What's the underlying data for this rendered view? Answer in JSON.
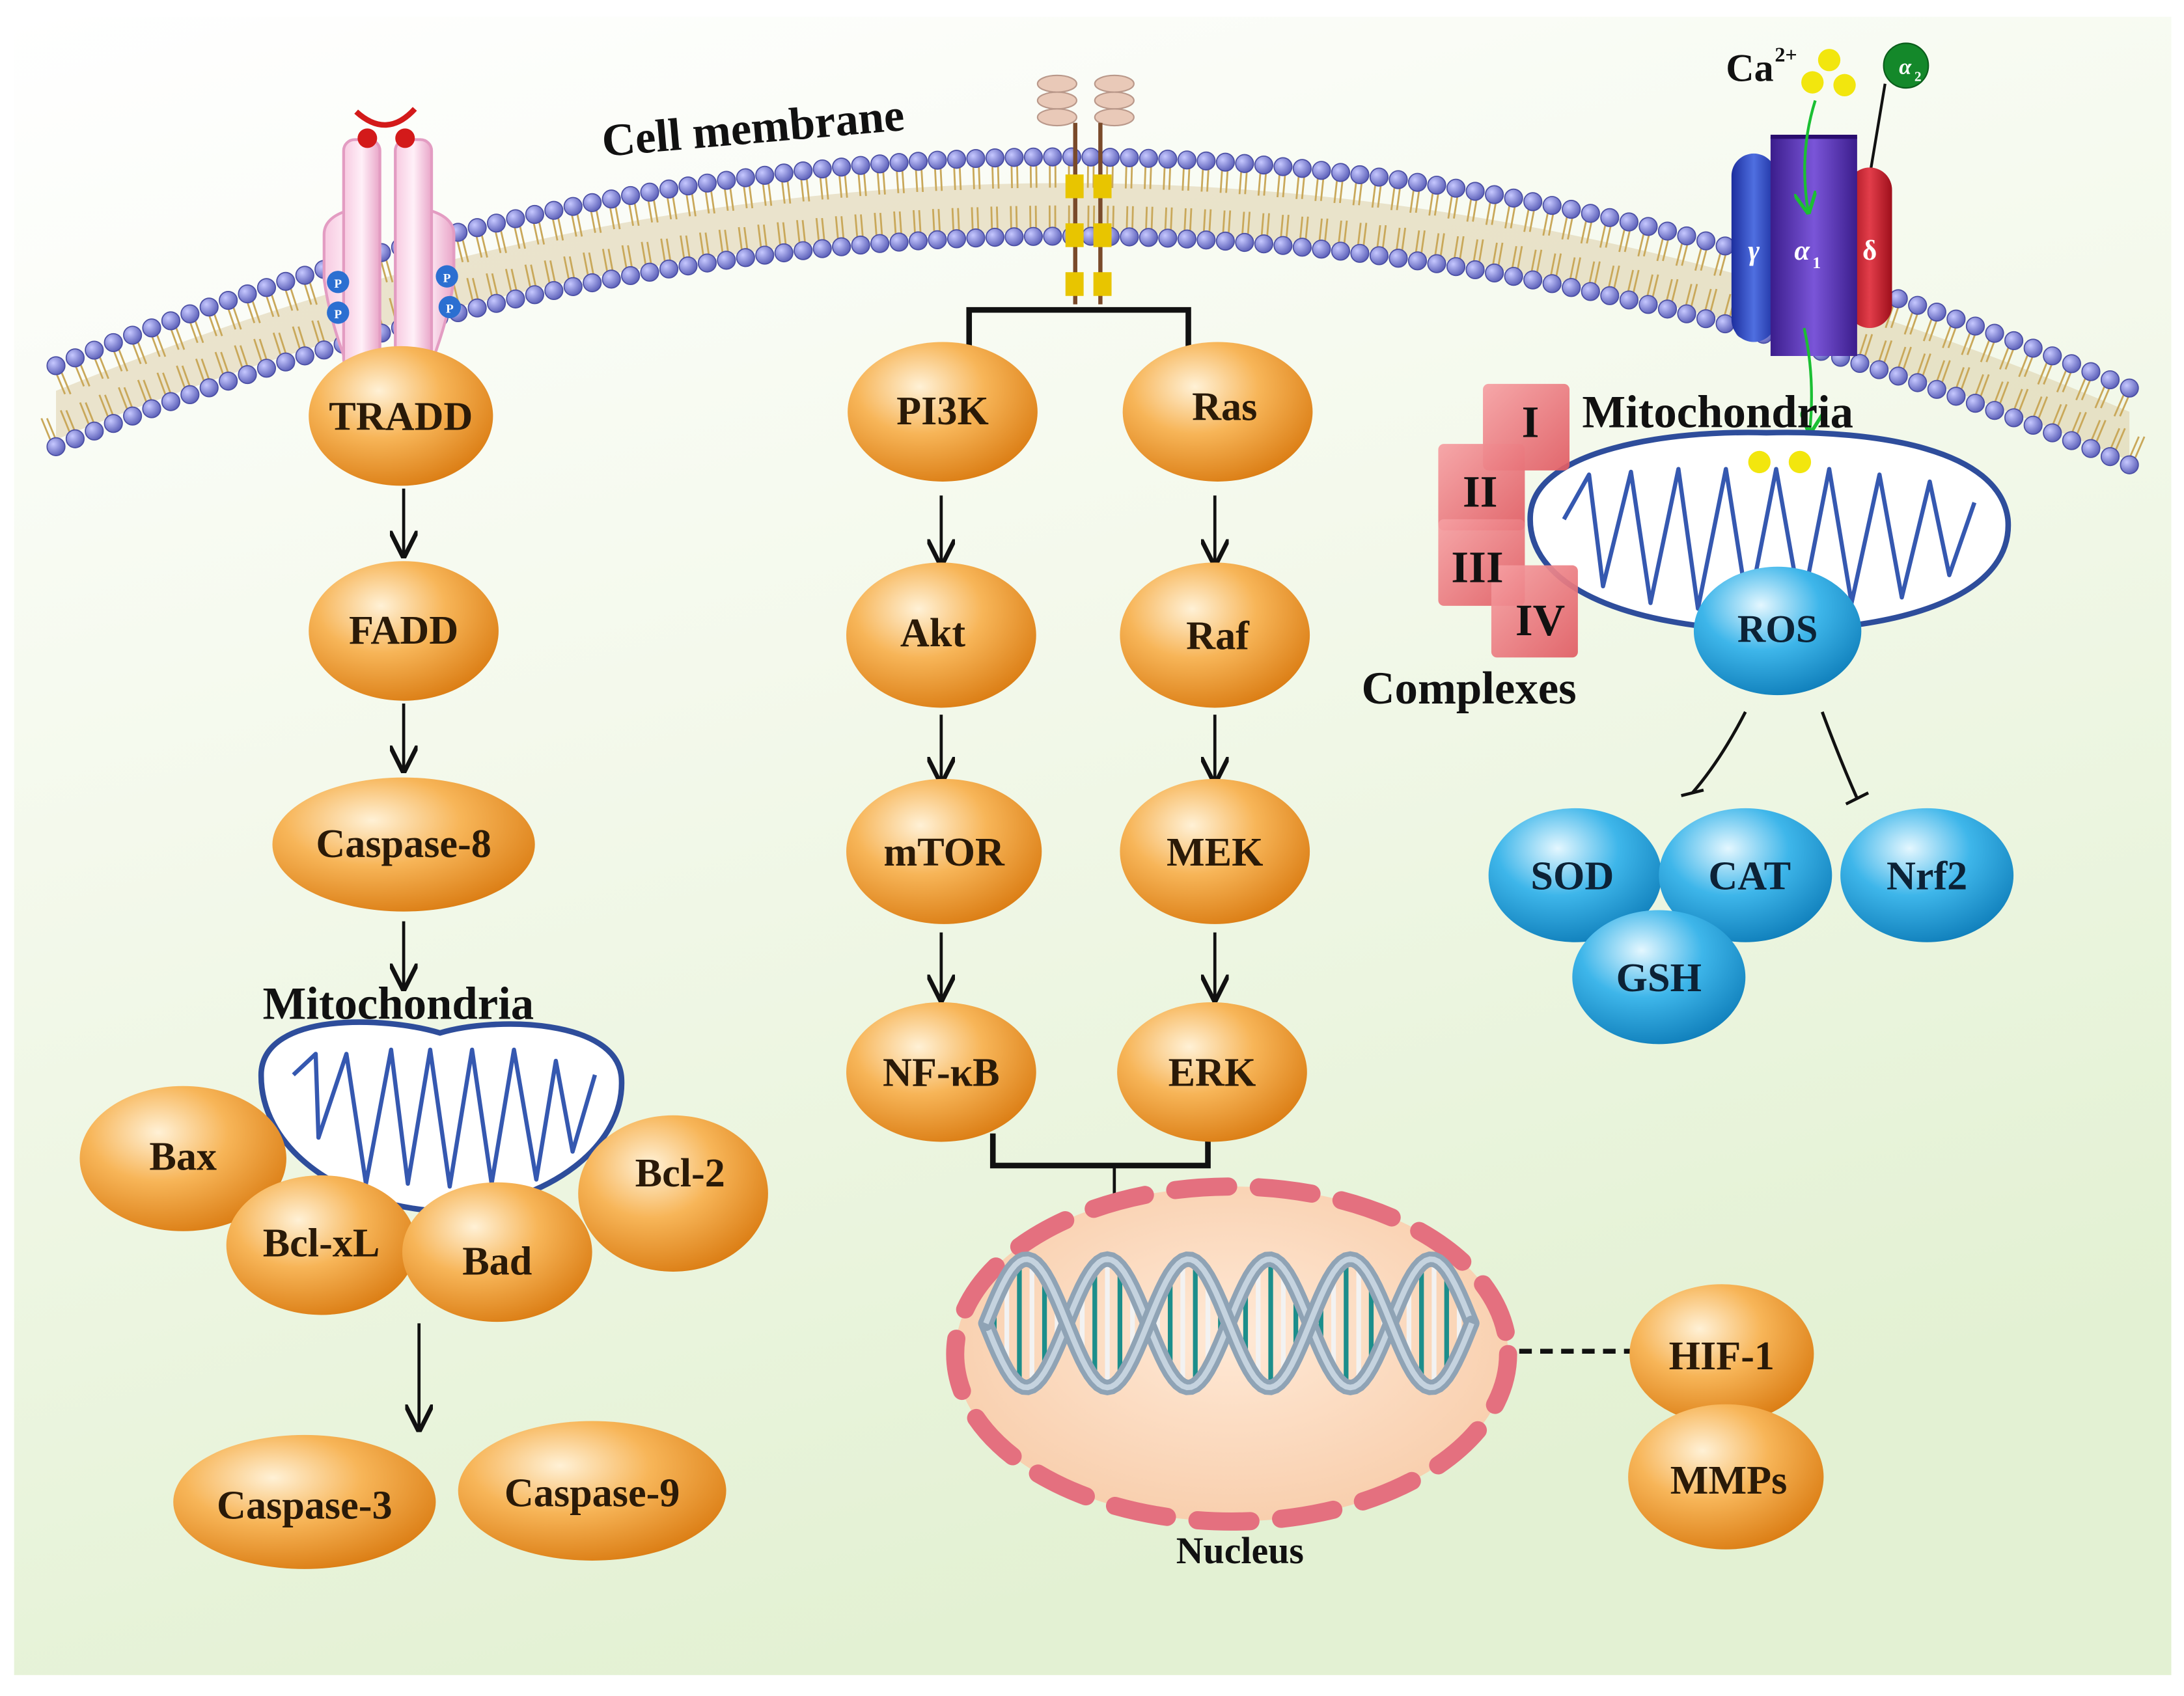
{
  "membrane_label": "Cell membrane",
  "receptor_left": {
    "phospho_label": "P"
  },
  "channel": {
    "ion_label": "Ca",
    "ion_charge": "2+",
    "subunits": {
      "gamma": "γ",
      "alpha1": "α",
      "alpha1_sub": "1",
      "delta": "δ",
      "alpha2": "α",
      "alpha2_sub": "2"
    }
  },
  "apoptosis_pathway": {
    "tradd": "TRADD",
    "fadd": "FADD",
    "caspase8": "Caspase-8",
    "mito_label": "Mitochondria",
    "bax": "Bax",
    "bclxl": "Bcl-xL",
    "bad": "Bad",
    "bcl2": "Bcl-2",
    "caspase3": "Caspase-3",
    "caspase9": "Caspase-9"
  },
  "pi3k_pathway": {
    "pi3k": "PI3K",
    "akt": "Akt",
    "mtor": "mTOR",
    "nfkb": "NF-κB"
  },
  "mapk_pathway": {
    "ras": "Ras",
    "raf": "Raf",
    "mek": "MEK",
    "erk": "ERK"
  },
  "nucleus": {
    "label": "Nucleus",
    "hif1": "HIF-1",
    "mmps": "MMPs"
  },
  "mito_ros": {
    "mito_label": "Mitochondria",
    "complexes_label": "Complexes",
    "complex_1": "I",
    "complex_2": "II",
    "complex_3": "III",
    "complex_4": "IV",
    "ros": "ROS",
    "sod": "SOD",
    "cat": "CAT",
    "nrf2": "Nrf2",
    "gsh": "GSH"
  },
  "colors": {
    "orange_node": "#f39a2c",
    "blue_node": "#1a9ad6",
    "mito_outline": "#2e4d9b",
    "complex_red": "#ea6f74",
    "background_green": "#eaf5dd"
  }
}
